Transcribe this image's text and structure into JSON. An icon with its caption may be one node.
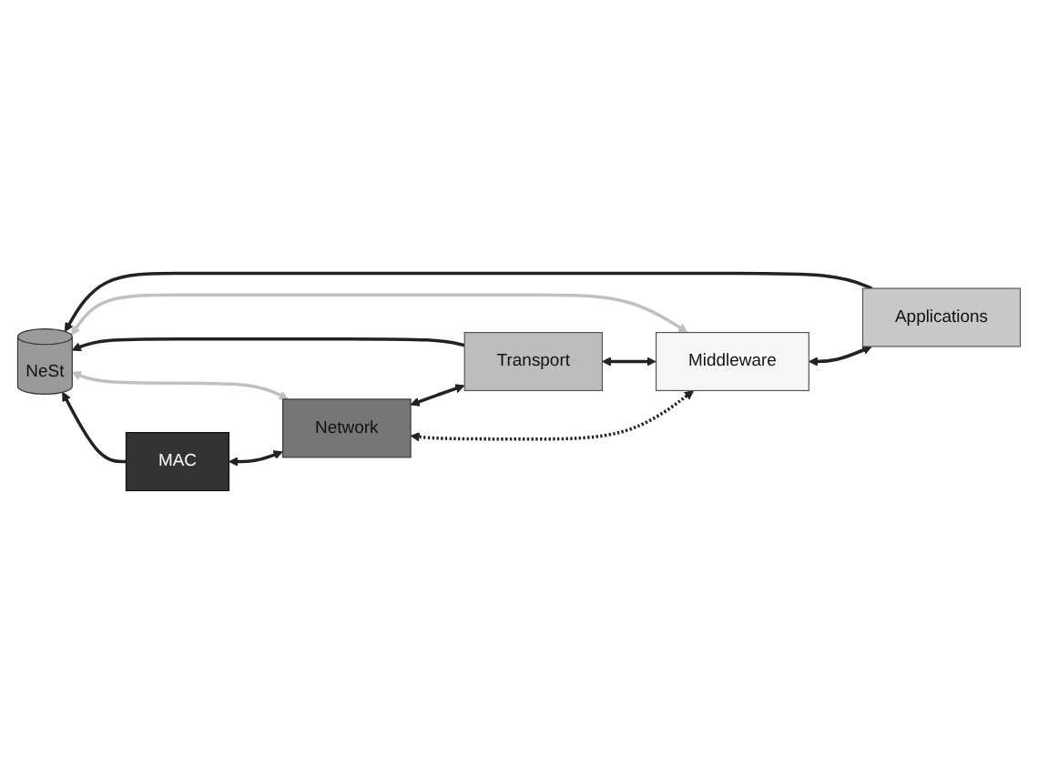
{
  "diagram": {
    "nodes": [
      {
        "text": [
          "NeSt"
        ]
      },
      {
        "text": [
          "Applications"
        ]
      },
      {
        "text": [
          "Middleware"
        ]
      },
      {
        "text": [
          "Transport"
        ]
      },
      {
        "text": [
          "Network"
        ]
      },
      {
        "text": [
          "MAC"
        ]
      }
    ],
    "edges": [
      {
        "from": 1,
        "to": 0,
        "arrow": "to"
      },
      {
        "from": 2,
        "to": 0,
        "arrow": "both",
        "color": "#c0c0c0"
      },
      {
        "from": 3,
        "to": 0,
        "arrow": "to"
      },
      {
        "from": 4,
        "to": 0,
        "arrow": "both",
        "color": "#c0c0c0"
      },
      {
        "from": 5,
        "to": 0,
        "arrow": "to"
      },
      {
        "from": 1,
        "to": 2,
        "arrow": "both"
      },
      {
        "from": 2,
        "to": 3,
        "arrow": "both"
      },
      {
        "from": 3,
        "to": 4,
        "arrow": "both"
      },
      {
        "from": 4,
        "to": 5,
        "arrow": "both"
      },
      {
        "from": 2,
        "to": 4,
        "arrow": "both",
        "style": "dashed"
      }
    ]
  }
}
